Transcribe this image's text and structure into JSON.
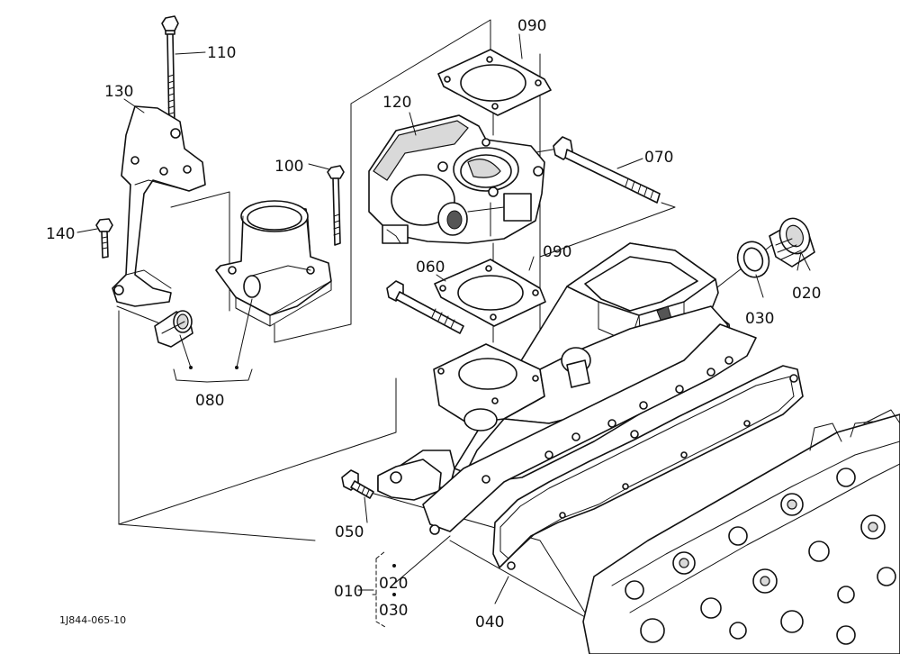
{
  "labels": {
    "p110": "110",
    "p130": "130",
    "p100": "100",
    "p090a": "090",
    "p120": "120",
    "p070": "070",
    "p140": "140",
    "p060": "060",
    "p090b": "090",
    "p020a": "020",
    "p030a": "030",
    "p080": "080",
    "p050": "050",
    "p010": "010",
    "p020b": "020",
    "p030b": "030",
    "p040": "040"
  },
  "drawing_code": "1J844-065-10"
}
